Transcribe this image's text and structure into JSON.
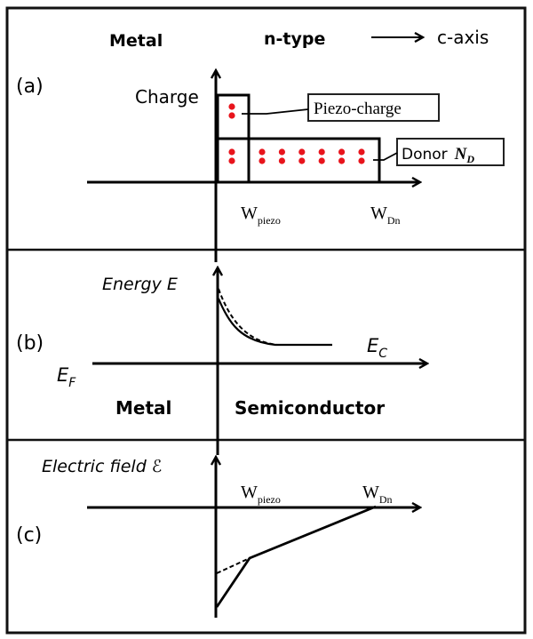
{
  "panel_a": {
    "label": "(a)",
    "header_metal": "Metal",
    "header_ntype": "n-type",
    "header_axis": "c-axis",
    "y_label": "Charge",
    "piezo_callout": "Piezo-charge",
    "donor_callout_text": "Donor",
    "donor_callout_symbol": "N",
    "donor_callout_sub": "D",
    "x_tick_1_main": "W",
    "x_tick_1_sub": "piezo",
    "x_tick_2_main": "W",
    "x_tick_2_sub": "Dn",
    "piezo_charge_dots_columns": 1,
    "donor_dots_columns": 7,
    "dot_color": "#e8141c"
  },
  "panel_b": {
    "label": "(b)",
    "y_label": "Energy E",
    "fermi_main": "E",
    "fermi_sub": "F",
    "conduction_main": "E",
    "conduction_sub": "C",
    "region_metal": "Metal",
    "region_semiconductor": "Semiconductor"
  },
  "panel_c": {
    "label": "(c)",
    "y_label": "Electric field ℰ",
    "x_tick_1_main": "W",
    "x_tick_1_sub": "piezo",
    "x_tick_2_main": "W",
    "x_tick_2_sub": "Dn"
  }
}
